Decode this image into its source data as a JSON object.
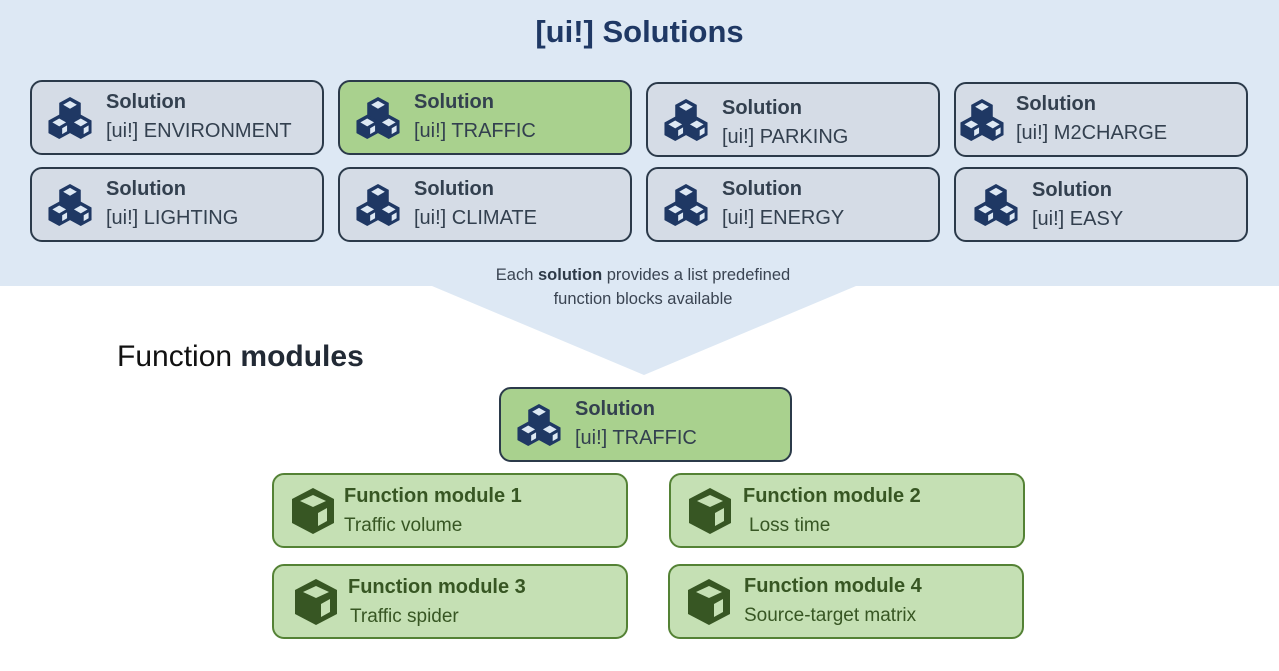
{
  "header": {
    "title": "[ui!] Solutions"
  },
  "solutions": [
    {
      "label": "Solution",
      "name": "[ui!] ENVIRONMENT",
      "highlighted": false
    },
    {
      "label": "Solution",
      "name": "[ui!] TRAFFIC",
      "highlighted": true
    },
    {
      "label": "Solution",
      "name": "[ui!] PARKING",
      "highlighted": false
    },
    {
      "label": "Solution",
      "name": "[ui!] M2CHARGE",
      "highlighted": false
    },
    {
      "label": "Solution",
      "name": "[ui!] LIGHTING",
      "highlighted": false
    },
    {
      "label": "Solution",
      "name": "[ui!] CLIMATE",
      "highlighted": false
    },
    {
      "label": "Solution",
      "name": "[ui!] ENERGY",
      "highlighted": false
    },
    {
      "label": "Solution",
      "name": "[ui!] EASY",
      "highlighted": false
    }
  ],
  "note": {
    "prefix": "Each ",
    "bold": "solution",
    "suffix": " provides a list predefined function blocks available"
  },
  "function_modules": {
    "title_regular": "Function ",
    "title_bold": "modules",
    "selected_solution": {
      "label": "Solution",
      "name": "[ui!] TRAFFIC"
    },
    "modules": [
      {
        "title": "Function module 1",
        "subtitle": "Traffic volume"
      },
      {
        "title": "Function module 2",
        "subtitle": "Loss time"
      },
      {
        "title": "Function module 3",
        "subtitle": "Traffic spider"
      },
      {
        "title": "Function module 4",
        "subtitle": "Source-target matrix"
      }
    ]
  },
  "colors": {
    "panel_bg": "#dde8f4",
    "title": "#1f3864",
    "solution_bg": "#d5dce6",
    "solution_active_bg": "#a9d18e",
    "module_bg": "#c5e0b4",
    "module_border": "#548235",
    "module_text": "#375623",
    "icon_blue": "#1f3864",
    "icon_green": "#375623"
  }
}
